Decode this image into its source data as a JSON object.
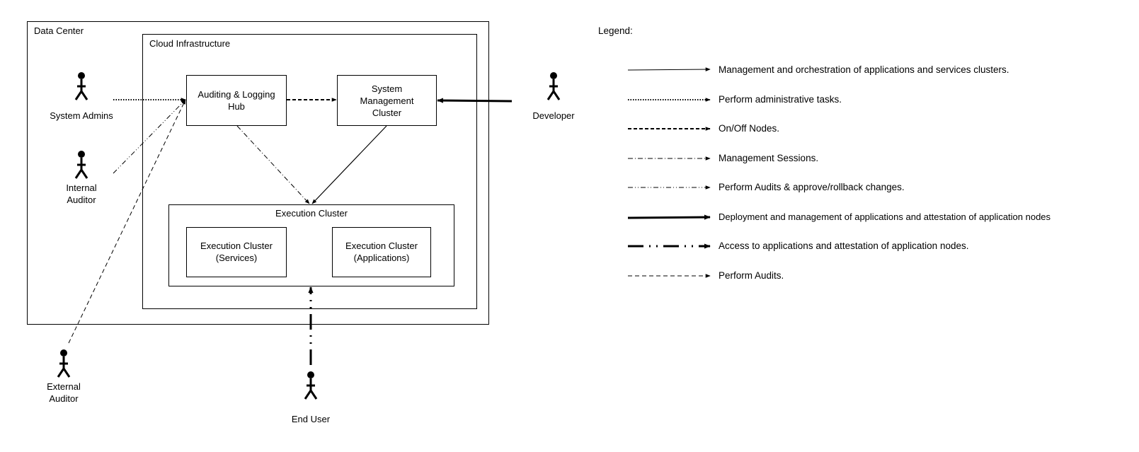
{
  "containers": {
    "data_center": "Data Center",
    "cloud_infrastructure": "Cloud Infrastructure",
    "execution_cluster": "Execution Cluster"
  },
  "nodes": {
    "auditing_hub": [
      "Auditing & Logging",
      "Hub"
    ],
    "system_management": [
      "System",
      "Management",
      "Cluster"
    ],
    "exec_services": [
      "Execution Cluster",
      "(Services)"
    ],
    "exec_applications": [
      "Execution Cluster",
      "(Applications)"
    ]
  },
  "actors": {
    "system_admins": [
      "System Admins"
    ],
    "internal_auditor": [
      "Internal",
      "Auditor"
    ],
    "external_auditor": [
      "External",
      "Auditor"
    ],
    "developer": [
      "Developer"
    ],
    "end_user": [
      "End User"
    ]
  },
  "legend": {
    "title": "Legend:",
    "items": [
      {
        "style": "solid-thin",
        "text": "Management and orchestration of applications and services clusters."
      },
      {
        "style": "dotted",
        "text": "Perform administrative tasks."
      },
      {
        "style": "dashed",
        "text": "On/Off Nodes."
      },
      {
        "style": "dash-dot",
        "text": "Management Sessions."
      },
      {
        "style": "dash-dot-dot",
        "text": "Perform Audits & approve/rollback changes."
      },
      {
        "style": "solid-thick",
        "text": "Deployment and management of applications and attestation of application nodes"
      },
      {
        "style": "thick-dash-dot-dot",
        "text": "Access to applications and attestation of application nodes."
      },
      {
        "style": "dashed-light",
        "text": "Perform Audits."
      }
    ]
  }
}
